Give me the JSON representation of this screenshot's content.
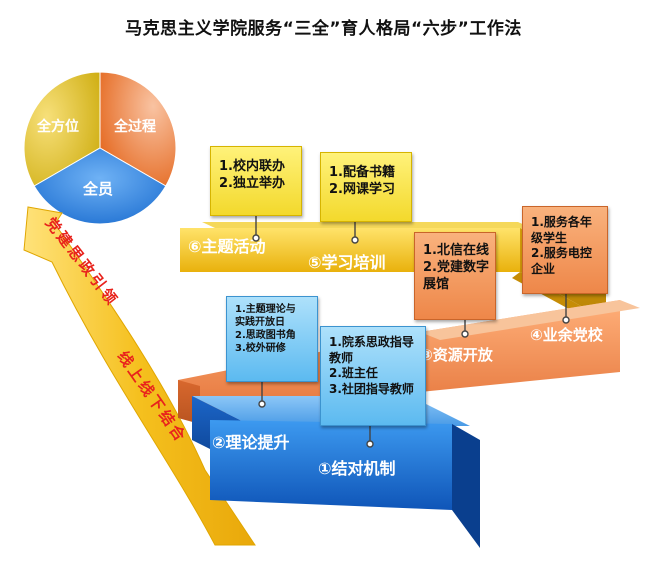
{
  "title": "马克思主义学院服务“三全”育人格局“六步”工作法",
  "pie": {
    "segments": [
      {
        "label": "全方位",
        "color": "#e3c32c"
      },
      {
        "label": "全过程",
        "color": "#ee7a3c"
      },
      {
        "label": "全员",
        "color": "#2e86e0"
      }
    ]
  },
  "arrow": {
    "top_text": "党建思政引领",
    "bottom_text": "线上线下结合",
    "color": "#f5c01e"
  },
  "steps": {
    "s1": {
      "label": "①结对机制",
      "color": "#1b74d6"
    },
    "s2": {
      "label": "②理论提升",
      "color": "#1b74d6"
    },
    "s3": {
      "label": "③资源开放",
      "color": "#ef8a4e"
    },
    "s4": {
      "label": "④业余党校",
      "color": "#ef8a4e"
    },
    "s5": {
      "label": "⑤学习培训",
      "color": "#f2c31d"
    },
    "s6": {
      "label": "⑥主题活动",
      "color": "#f2c31d"
    }
  },
  "notes": {
    "n6": [
      "1.校内联办",
      "2.独立举办"
    ],
    "n5": [
      "1.配备书籍",
      "2.网课学习"
    ],
    "n3": [
      "1.北信在线",
      "2.党建数字",
      "展馆"
    ],
    "n4": [
      "1.服务各年",
      "级学生",
      "2.服务电控",
      "企业"
    ],
    "n2": [
      "1.主题理论与",
      "实践开放日",
      "2.思政图书角",
      "3.校外研修"
    ],
    "n1": [
      "1.院系思政指导",
      "教师",
      "2.班主任",
      "3.社团指导教师"
    ]
  }
}
